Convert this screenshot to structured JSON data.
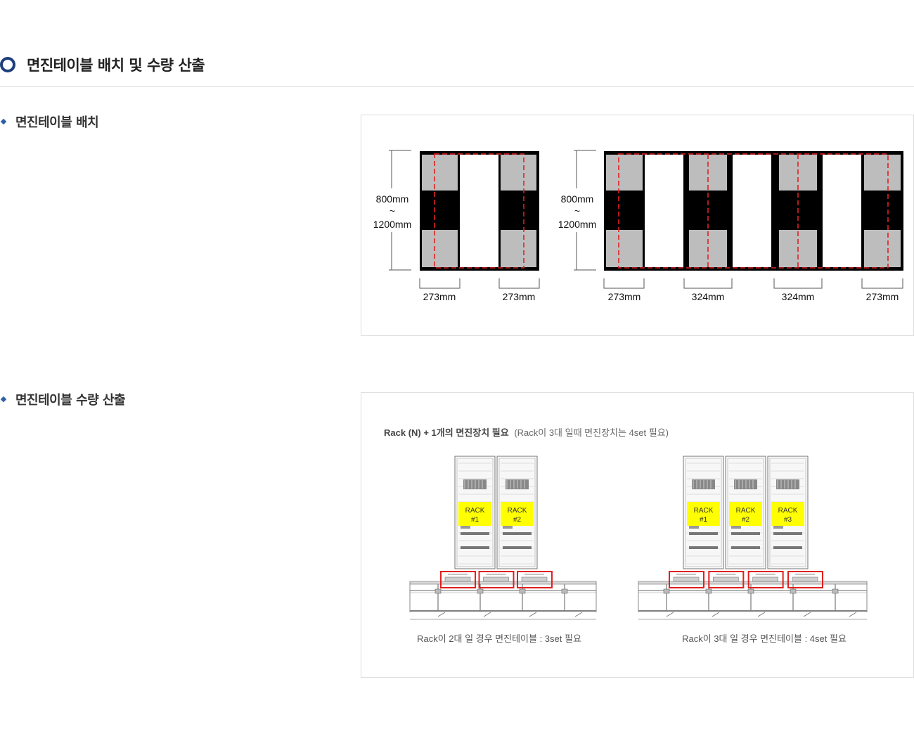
{
  "section_title": "면진테이블 배치 및 수량 산출",
  "layout_section": {
    "heading": "면진테이블 배치",
    "left_diagram": {
      "height_top": "800mm",
      "height_sep": "~",
      "height_bottom": "1200mm",
      "widths": [
        "273mm",
        "273mm"
      ]
    },
    "right_diagram": {
      "height_top": "800mm",
      "height_sep": "~",
      "height_bottom": "1200mm",
      "widths": [
        "273mm",
        "324mm",
        "324mm",
        "273mm"
      ]
    }
  },
  "quantity_section": {
    "heading": "면진테이블 수량 산출",
    "caption_main": "Rack (N) + 1개의 면진장치 필요",
    "caption_note": "(Rack이 3대 일때 면진장치는 4set 필요)",
    "left_figure": {
      "rack_labels": [
        [
          "RACK",
          "#1"
        ],
        [
          "RACK",
          "#2"
        ]
      ],
      "caption": "Rack이 2대 일 경우 면진테이블 : 3set 필요"
    },
    "right_figure": {
      "rack_labels": [
        [
          "RACK",
          "#1"
        ],
        [
          "RACK",
          "#2"
        ],
        [
          "RACK",
          "#3"
        ]
      ],
      "caption": "Rack이 3대 일 경우 면진테이블 : 4set 필요"
    }
  },
  "colors": {
    "accent": "#1d3f7a",
    "bullet": "#2f5fa8",
    "table_gray": "#bdbdbd",
    "highlight_red": "#e02020",
    "rack_label_bg": "#ffff00"
  }
}
